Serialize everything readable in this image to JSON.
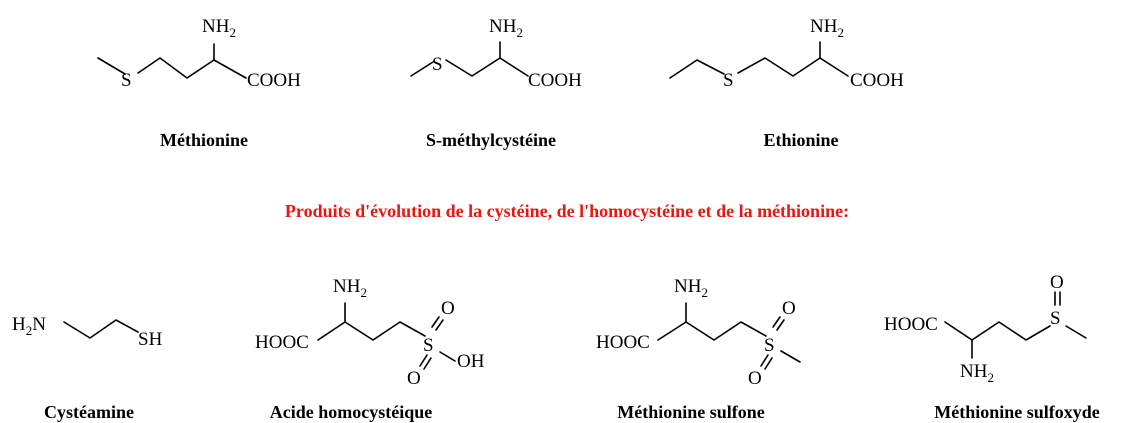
{
  "heading": {
    "text": "Produits d'évolution de la cystéine, de l'homocystéine et de la méthionine:",
    "color": "#e8170f"
  },
  "labels": {
    "S": "S",
    "SH": "SH",
    "N": "N",
    "H": "H",
    "H2": "H",
    "two": "2",
    "COOH": "COOH",
    "HOOC": "HOOC",
    "O": "O",
    "OH": "OH"
  },
  "compounds": [
    {
      "name": "Méthionine"
    },
    {
      "name": "S-méthylcystéine"
    },
    {
      "name": "Ethionine"
    },
    {
      "name": "Cystéamine"
    },
    {
      "name": "Acide homocystéique"
    },
    {
      "name": "Méthionine sulfone"
    },
    {
      "name": "Méthionine sulfoxyde"
    }
  ]
}
